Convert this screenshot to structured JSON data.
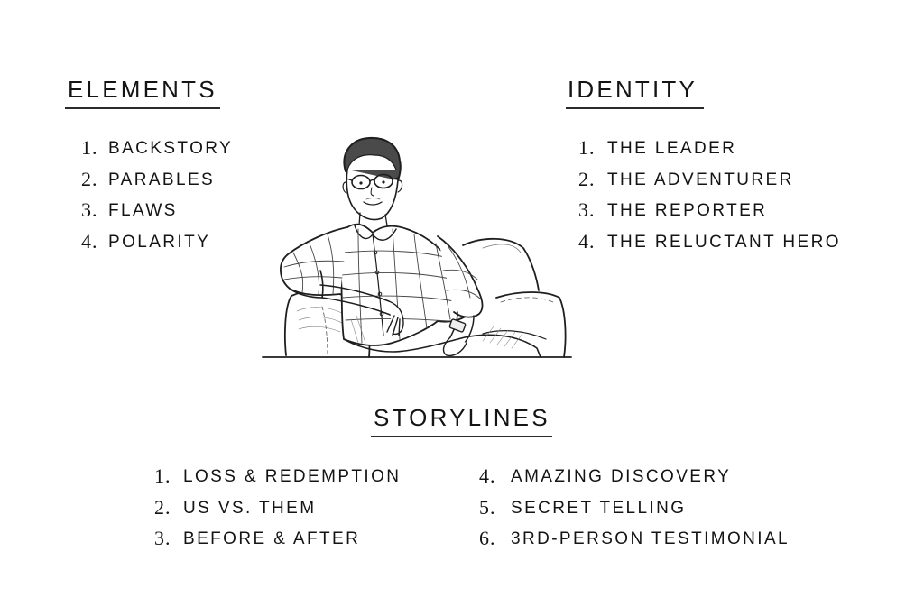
{
  "sections": {
    "elements": {
      "title": "ELEMENTS",
      "items": [
        {
          "num": "1.",
          "label": "BACKSTORY"
        },
        {
          "num": "2.",
          "label": "PARABLES"
        },
        {
          "num": "3.",
          "label": "FLAWS"
        },
        {
          "num": "4.",
          "label": "POLARITY"
        }
      ]
    },
    "identity": {
      "title": "IDENTITY",
      "items": [
        {
          "num": "1.",
          "label": "THE LEADER"
        },
        {
          "num": "2.",
          "label": "THE ADVENTURER"
        },
        {
          "num": "3.",
          "label": "THE REPORTER"
        },
        {
          "num": "4.",
          "label": "THE RELUCTANT HERO"
        }
      ]
    },
    "storylines": {
      "title": "STORYLINES",
      "items": [
        {
          "num": "1.",
          "label": "LOSS & REDEMPTION"
        },
        {
          "num": "2.",
          "label": "US VS. THEM"
        },
        {
          "num": "3.",
          "label": "BEFORE & AFTER"
        },
        {
          "num": "4.",
          "label": "AMAZING DISCOVERY"
        },
        {
          "num": "5.",
          "label": "SECRET TELLING"
        },
        {
          "num": "6.",
          "label": "3RD-PERSON TESTIMONIAL"
        }
      ]
    }
  },
  "illustration": {
    "subject": "pen-sketch of a young man with glasses in a plaid shirt seated in an armchair"
  },
  "colors": {
    "background": "#ffffff",
    "text": "#141414",
    "rule": "#2a2a2a"
  }
}
